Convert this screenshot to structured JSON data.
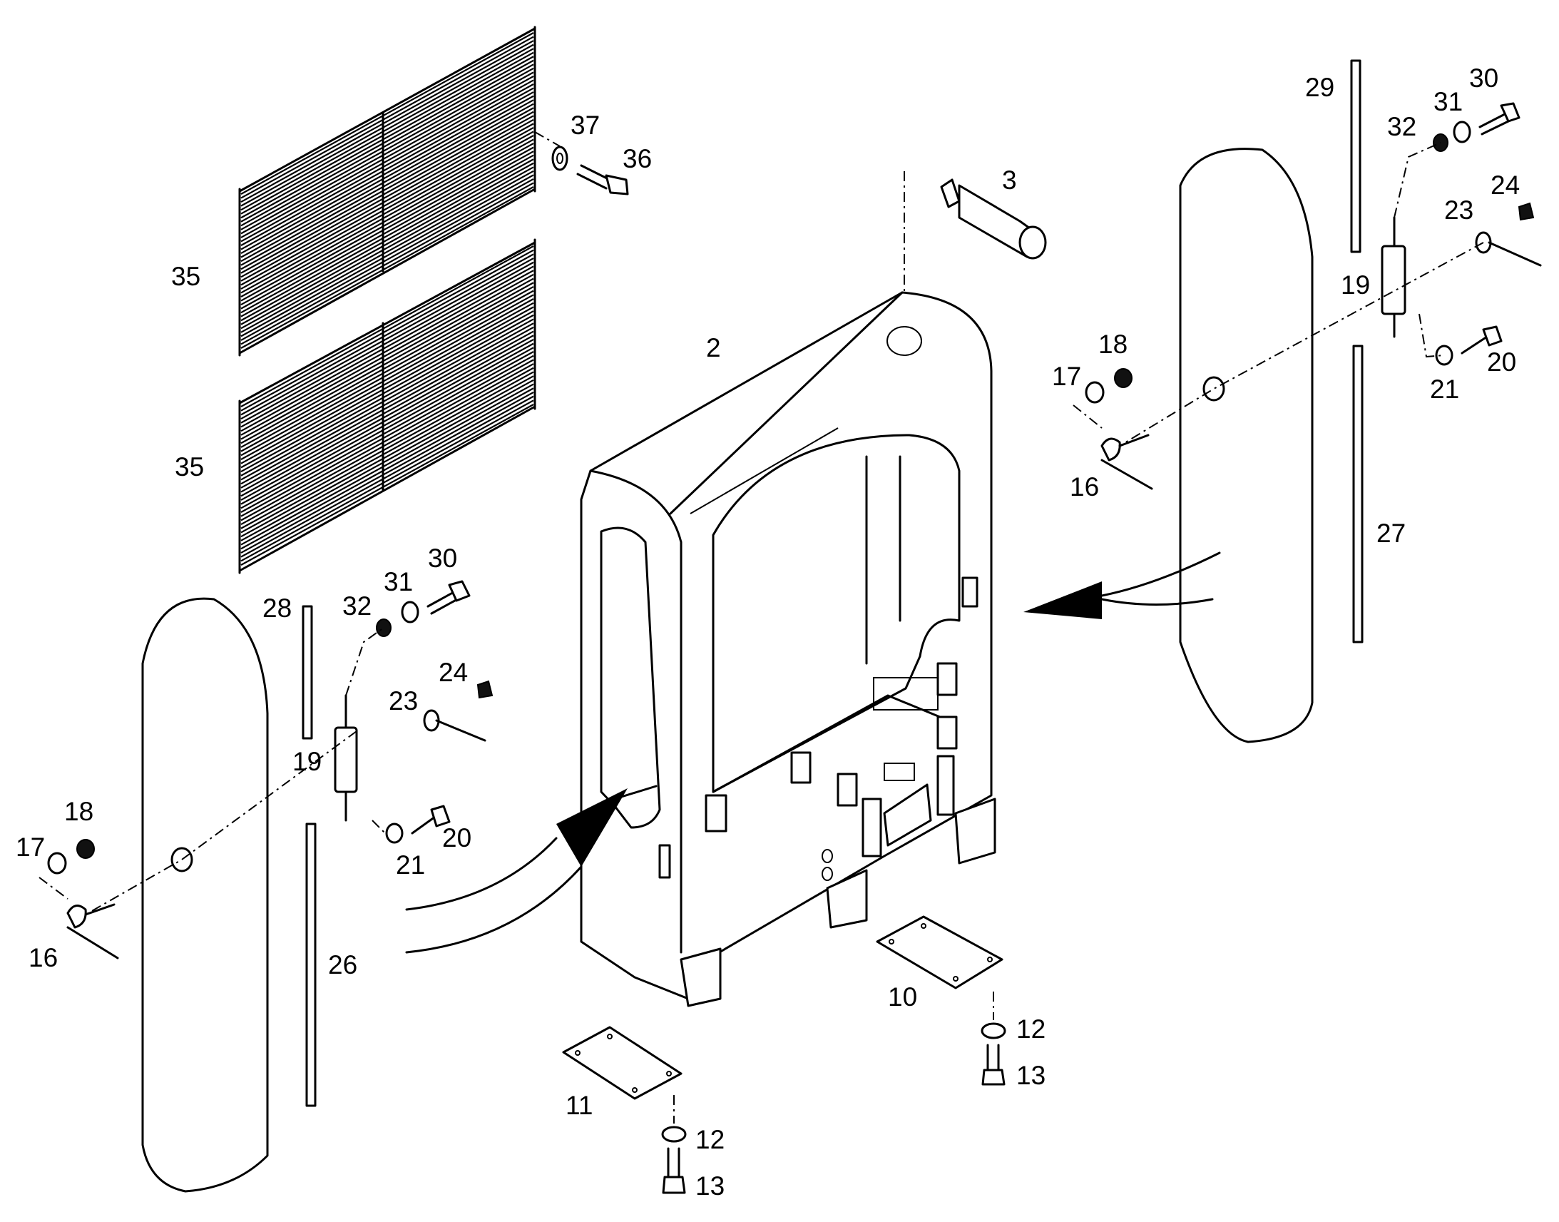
{
  "drawing": {
    "colors": {
      "ink": "#000000",
      "paper": "#ffffff"
    },
    "callouts": {
      "frame": "2",
      "top_pin": "3",
      "base_plate_right": "10",
      "base_plate_left": "11",
      "washer_12_left": "12",
      "bolt_13_left": "13",
      "washer_12_right": "12",
      "bolt_13_right": "13",
      "handle_left": "16",
      "handle_right": "16",
      "washer_17_left": "17",
      "washer_17_right": "17",
      "nut_18_left": "18",
      "nut_18_right": "18",
      "latch_19_left": "19",
      "latch_19_right": "19",
      "bolt_20_left": "20",
      "bolt_20_right": "20",
      "washer_21_left": "21",
      "washer_21_right": "21",
      "lever_23_left": "23",
      "lever_23_right": "23",
      "screw_24_left": "24",
      "screw_24_right": "24",
      "strip_26": "26",
      "strip_27": "27",
      "strip_28": "28",
      "strip_29": "29",
      "bolt_30_left": "30",
      "bolt_30_right": "30",
      "washer_31_left": "31",
      "washer_31_right": "31",
      "nut_32_left": "32",
      "nut_32_right": "32",
      "grille_top": "35",
      "grille_bottom": "35",
      "bolt_36": "36",
      "washer_37": "37"
    }
  }
}
